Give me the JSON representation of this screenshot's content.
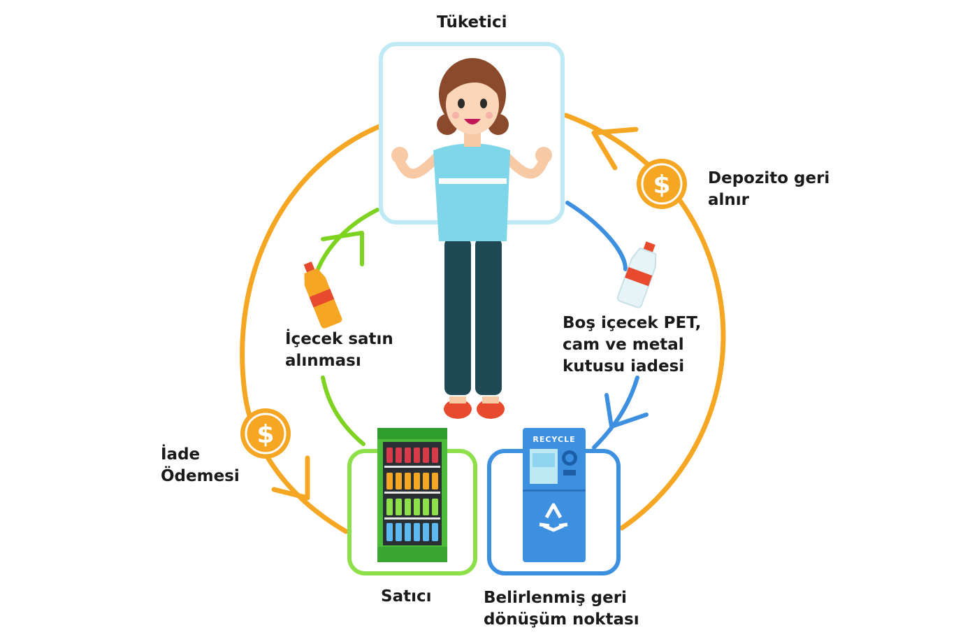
{
  "labels": {
    "consumer": "Tüketici",
    "deposit_back": [
      "Depozito geri",
      "alnır"
    ],
    "return_empty": [
      "Boş içecek PET,",
      "cam ve metal",
      "kutusu iadesi"
    ],
    "purchase": [
      "İçecek satın",
      "alınması"
    ],
    "refund_payment": [
      "İade",
      "Ödemesi"
    ],
    "seller": "Satıcı",
    "recycle_point": [
      "Belirlenmiş geri",
      "dönüşüm noktası"
    ]
  },
  "machine": {
    "label": "RECYCLE"
  },
  "coin_symbol": "$",
  "colors": {
    "orange_cycle": "#f5a623",
    "blue_cycle": "#3d8fe0",
    "green_cycle": "#7ed321",
    "consumer_frame": "#bfeaf5",
    "seller_frame": "#8ee04a",
    "recycle_frame": "#3d8fe0"
  }
}
